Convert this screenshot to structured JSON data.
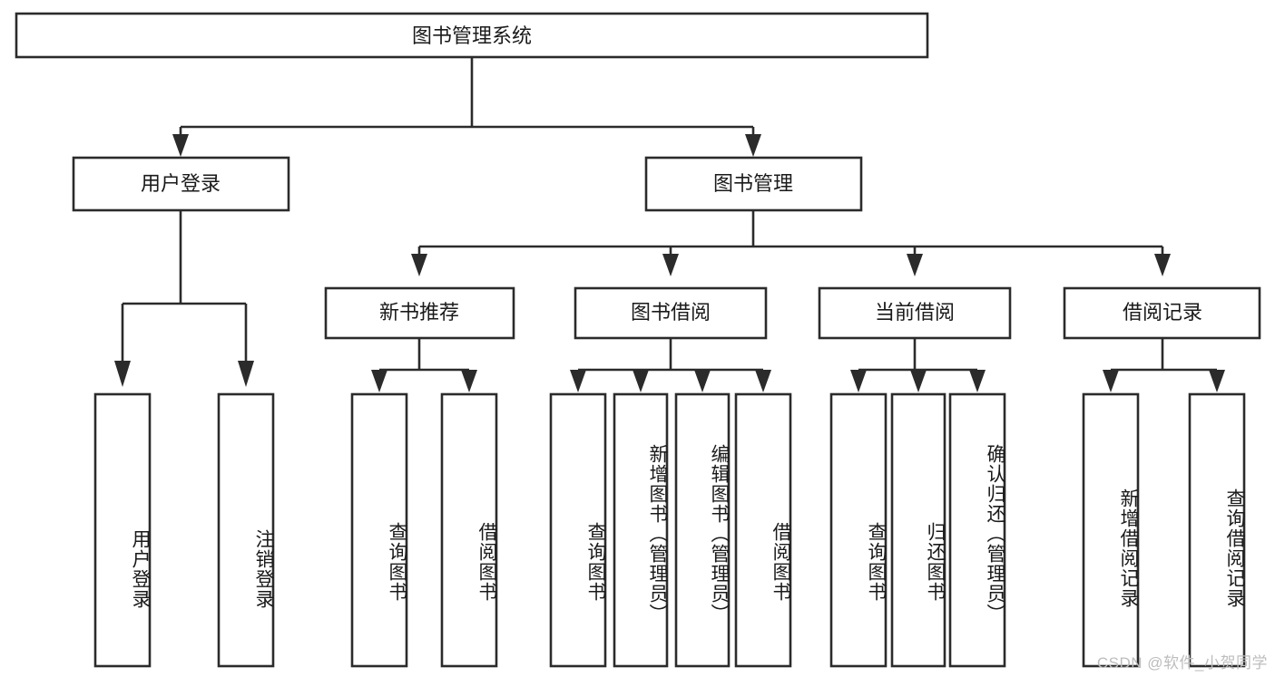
{
  "diagram": {
    "title": "图书管理系统",
    "type": "tree-hierarchy",
    "watermark": "CSDN @软件_小贺同学",
    "colors": {
      "stroke": "#2b2b2b",
      "fill": "#ffffff",
      "text": "#1a1a1a",
      "watermark": "#bdbdbd"
    },
    "root": {
      "label": "图书管理系统"
    },
    "level2": [
      {
        "id": "user-login",
        "label": "用户登录"
      },
      {
        "id": "book-management",
        "label": "图书管理"
      }
    ],
    "level3": [
      {
        "id": "new-book-recommend",
        "label": "新书推荐"
      },
      {
        "id": "book-borrow",
        "label": "图书借阅"
      },
      {
        "id": "current-borrow",
        "label": "当前借阅"
      },
      {
        "id": "borrow-record",
        "label": "借阅记录"
      }
    ],
    "leaves": {
      "user-login": [
        {
          "id": "leaf-user-login",
          "label": "用户登录"
        },
        {
          "id": "leaf-logout-login",
          "label": "注销登录"
        }
      ],
      "new-book-recommend": [
        {
          "id": "leaf-query-book-1",
          "label": "查询图书"
        },
        {
          "id": "leaf-borrow-book-1",
          "label": "借阅图书"
        }
      ],
      "book-borrow": [
        {
          "id": "leaf-query-book-2",
          "label": "查询图书"
        },
        {
          "id": "leaf-add-book",
          "label": "新增图书（管理员）"
        },
        {
          "id": "leaf-edit-book",
          "label": "编辑图书（管理员）"
        },
        {
          "id": "leaf-borrow-book-2",
          "label": "借阅图书"
        }
      ],
      "current-borrow": [
        {
          "id": "leaf-query-book-3",
          "label": "查询图书"
        },
        {
          "id": "leaf-return-book",
          "label": "归还图书"
        },
        {
          "id": "leaf-confirm-return",
          "label": "确认归还（管理员）"
        }
      ],
      "borrow-record": [
        {
          "id": "leaf-add-record",
          "label": "新增借阅记录"
        },
        {
          "id": "leaf-query-record",
          "label": "查询借阅记录"
        }
      ]
    }
  }
}
